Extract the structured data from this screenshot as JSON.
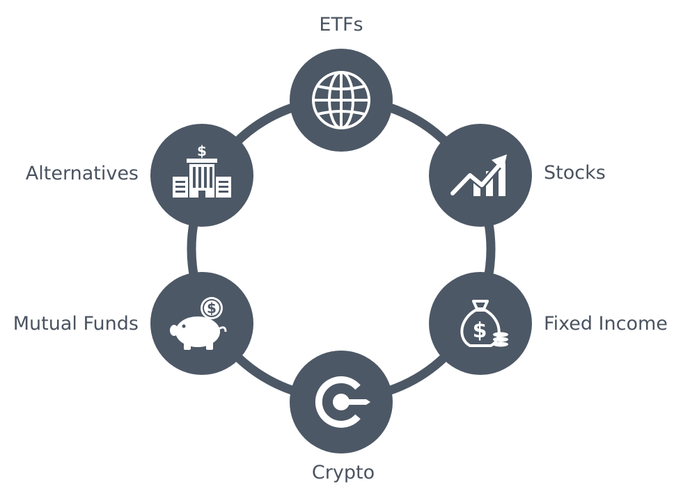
{
  "colors": {
    "node_fill": "#4d5866",
    "ring_stroke": "#4d5866",
    "icon_color": "#ffffff",
    "label_color": "#4a5360",
    "background": "#ffffff"
  },
  "nodes": [
    {
      "label": "ETFs",
      "icon": "globe-icon"
    },
    {
      "label": "Stocks",
      "icon": "trending-up-chart-icon"
    },
    {
      "label": "Fixed Income",
      "icon": "money-bag-coins-icon"
    },
    {
      "label": "Crypto",
      "icon": "crypto-coin-icon"
    },
    {
      "label": "Mutual Funds",
      "icon": "piggy-bank-icon"
    },
    {
      "label": "Alternatives",
      "icon": "bank-building-icon"
    }
  ]
}
